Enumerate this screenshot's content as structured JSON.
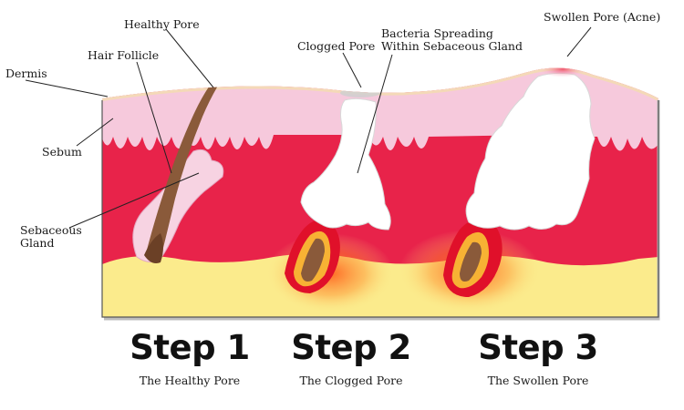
{
  "labels": {
    "healthy_pore": "Healthy Pore",
    "hair_follicle": "Hair Follicle",
    "dermis": "Dermis",
    "sebum": "Sebum",
    "sebaceous_gland": "Sebaceous\nGland",
    "clogged_pore": "Clogged Pore",
    "bacteria_spreading": "Bacteria Spreading\nWithin Sebaceous Gland",
    "swollen_pore": "Swollen Pore (Acne)"
  },
  "steps": [
    {
      "title": "Step 1",
      "subtitle": "The Healthy Pore"
    },
    {
      "title": "Step 2",
      "subtitle": "The Clogged Pore"
    },
    {
      "title": "Step 3",
      "subtitle": "The Swollen Pore"
    }
  ],
  "colors": {
    "dermis_red": "#e8234a",
    "epidermis_pink": "#f6c9dc",
    "skin_surface": "#f4d9b8",
    "fat_yellow": "#fbeb8c",
    "sebum_white": "#ffffff",
    "hair_brown": "#8a5a3a",
    "gland_pink": "#f7d3e2",
    "inflamed_red": "#e0102a",
    "inflamed_orange": "#f7b234"
  }
}
